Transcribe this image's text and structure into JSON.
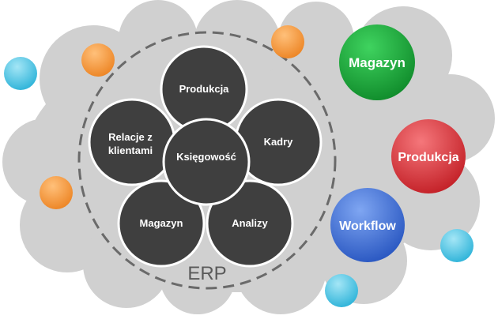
{
  "erp_label": "ERP",
  "modules": {
    "produkcja": "Produkcja",
    "relacje_line1": "Relacje z",
    "relacje_line2": "klientami",
    "kadry": "Kadry",
    "ksiegowosc": "Księgowość",
    "magazyn": "Magazyn",
    "analizy": "Analizy"
  },
  "external": {
    "magazyn": "Magazyn",
    "produkcja": "Produkcja",
    "workflow": "Workflow"
  },
  "colors": {
    "cloud": "#d0d0d0",
    "module": "#3f3f3f",
    "dashed_ring": "#6a6a6a",
    "green": "#1aa53a",
    "red": "#d9363c",
    "blue": "#3b6fd6",
    "orange": "#f39a3c",
    "cyan": "#46c2e0"
  }
}
